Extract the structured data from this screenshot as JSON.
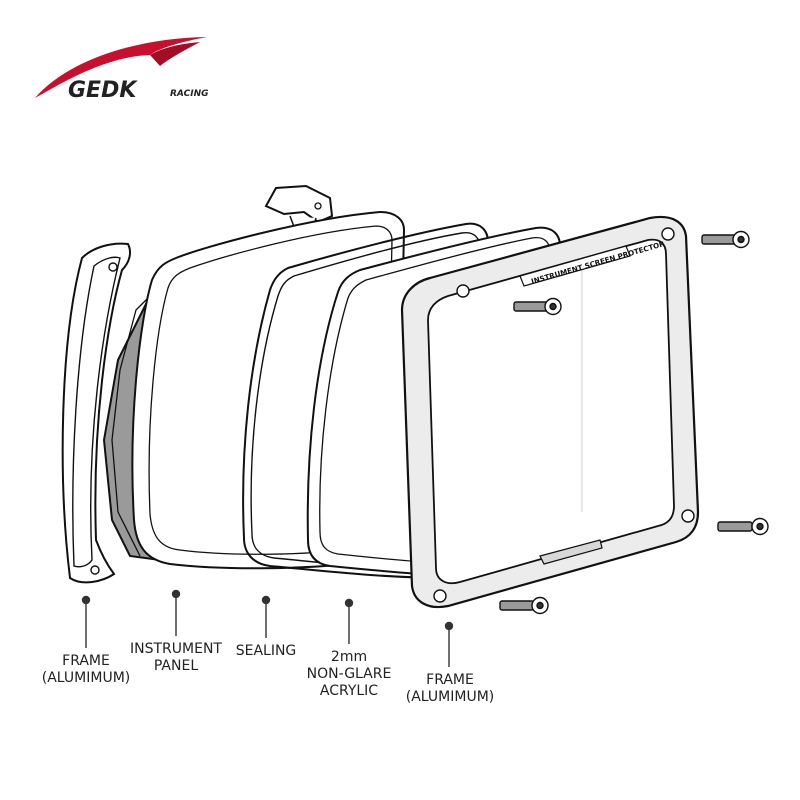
{
  "brand": {
    "name": "GEDK",
    "suffix": "RACING",
    "accent_color": "#c8102e"
  },
  "product_label": "INSTRUMENT SCREEN PROTECTOR",
  "callouts": [
    {
      "lines": [
        "FRAME",
        "(ALUMIMUM)"
      ]
    },
    {
      "lines": [
        "INSTRUMENT",
        "PANEL"
      ]
    },
    {
      "lines": [
        "SEALING"
      ]
    },
    {
      "lines": [
        "2mm",
        "NON-GLARE",
        "ACRYLIC"
      ]
    },
    {
      "lines": [
        "FRAME",
        "(ALUMIMUM)"
      ]
    }
  ]
}
